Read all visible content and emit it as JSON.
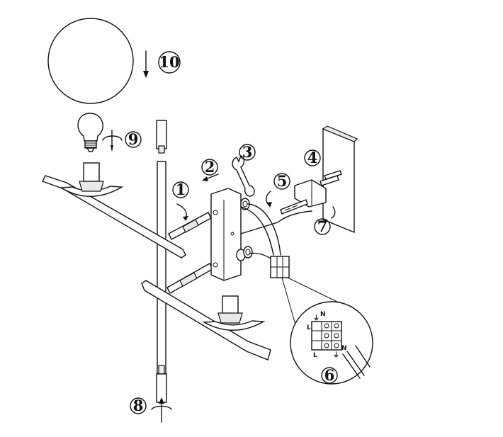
{
  "steps": [
    {
      "label": "1"
    },
    {
      "label": "2"
    },
    {
      "label": "3"
    },
    {
      "label": "4"
    },
    {
      "label": "5"
    },
    {
      "label": "6"
    },
    {
      "label": "7"
    },
    {
      "label": "8"
    },
    {
      "label": "9"
    },
    {
      "label": "10"
    }
  ],
  "terminal_labels": {
    "live": "L",
    "neutral": "N",
    "earth_symbol": "⏚"
  },
  "colors": {
    "line": "#111111",
    "background": "#ffffff"
  }
}
